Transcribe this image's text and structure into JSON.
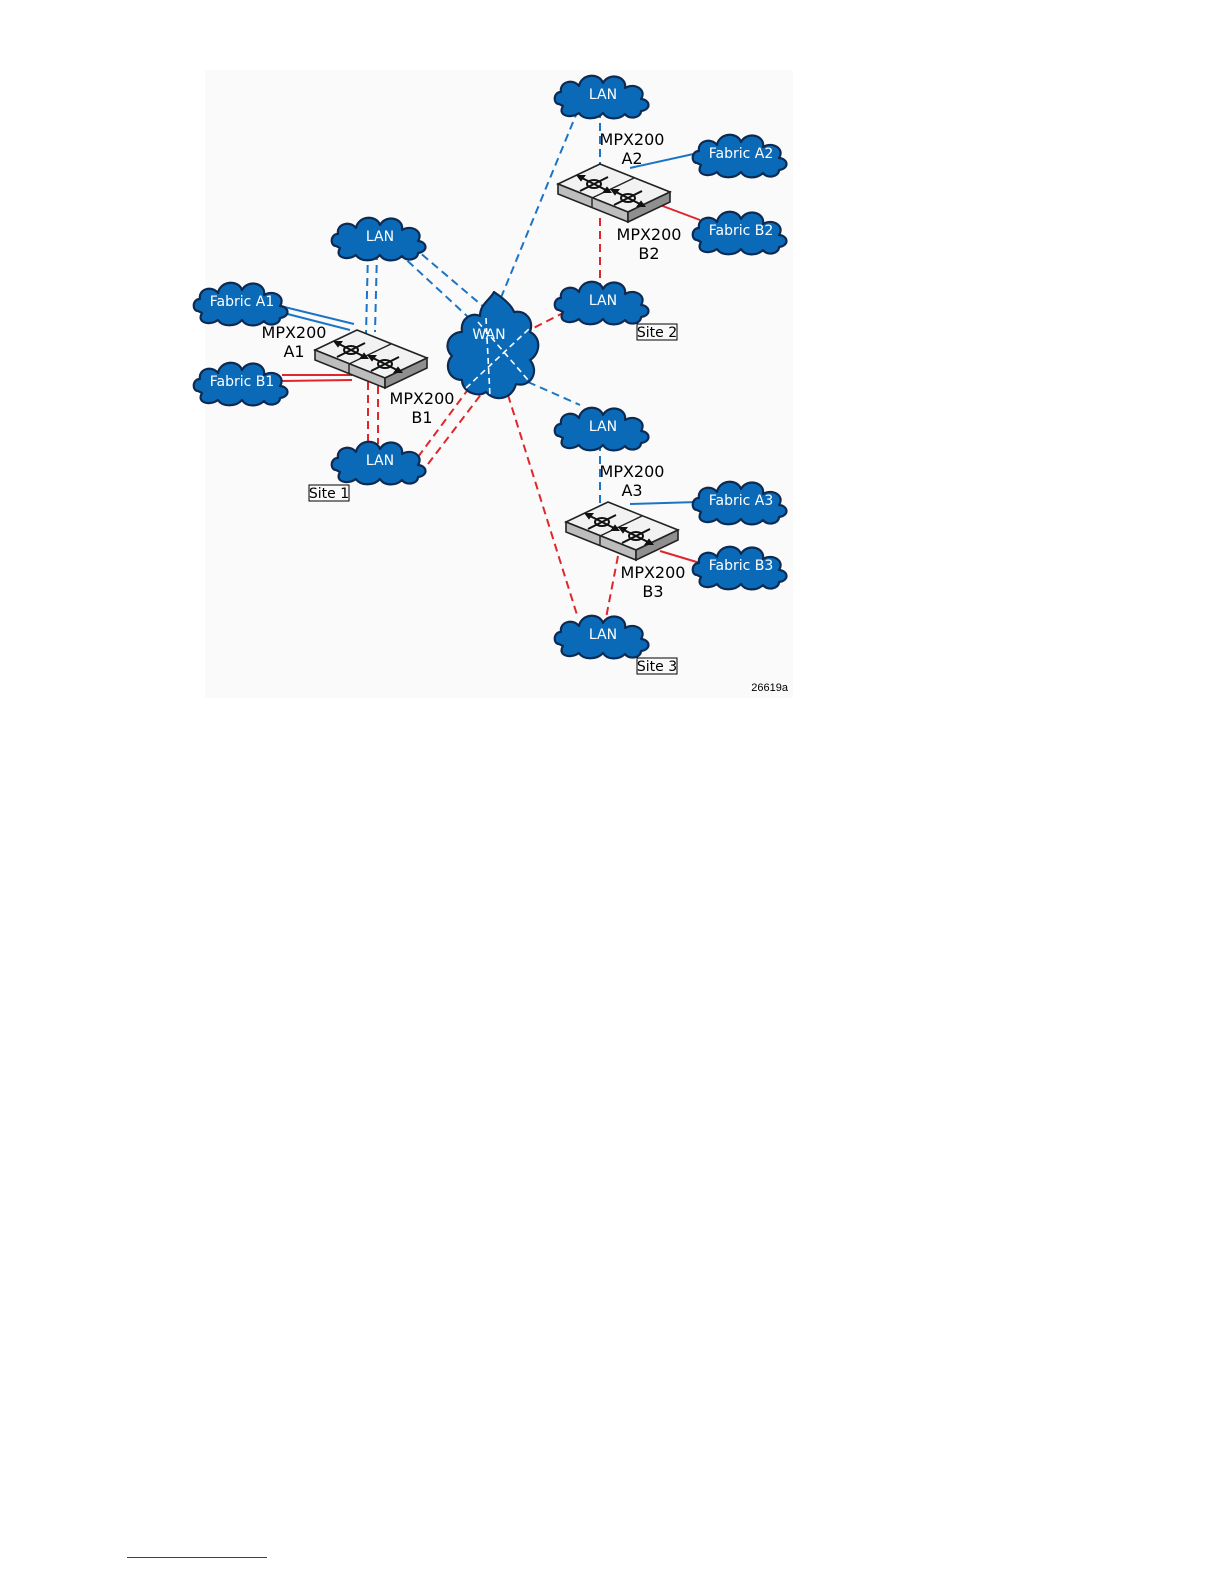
{
  "colors": {
    "cloud_fill": "#0a6ab8",
    "cloud_stroke": "#0d2b52",
    "fabric_a_link": "#1c74c6",
    "fabric_b_link": "#e0262b",
    "panel_bg": "#fafafa"
  },
  "diagram": {
    "wan": "WAN",
    "lan": "LAN",
    "figure_id": "26619a",
    "sites": [
      {
        "label": "Site 1"
      },
      {
        "label": "Site 2"
      },
      {
        "label": "Site 3"
      }
    ],
    "devices": [
      {
        "model": "MPX200",
        "id": "A1"
      },
      {
        "model": "MPX200",
        "id": "B1"
      },
      {
        "model": "MPX200",
        "id": "A2"
      },
      {
        "model": "MPX200",
        "id": "B2"
      },
      {
        "model": "MPX200",
        "id": "A3"
      },
      {
        "model": "MPX200",
        "id": "B3"
      }
    ],
    "fabrics": [
      {
        "label": "Fabric A1"
      },
      {
        "label": "Fabric B1"
      },
      {
        "label": "Fabric A2"
      },
      {
        "label": "Fabric B2"
      },
      {
        "label": "Fabric A3"
      },
      {
        "label": "Fabric B3"
      }
    ]
  }
}
